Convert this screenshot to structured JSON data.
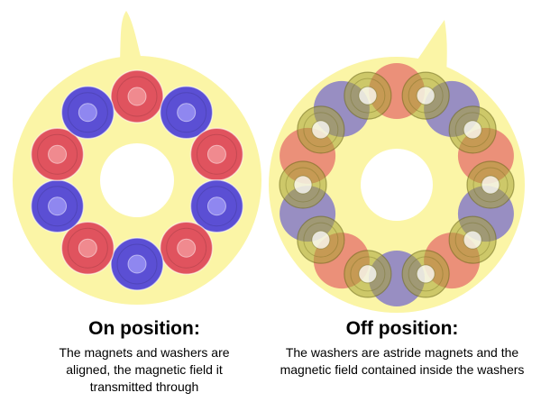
{
  "colors": {
    "disc": "#fbf5a6",
    "magnet_red": "#e0535e",
    "magnet_red_hole": "#f08a8f",
    "magnet_blue": "#5b4fd4",
    "magnet_blue_hole": "#8f87f0",
    "washer_olive": "#a8a336"
  },
  "on_panel": {
    "title": "On position:",
    "description": "The magnets and washers are aligned, the magnetic field it transmitted through",
    "magnet_sequence": [
      "red",
      "blue",
      "red",
      "blue",
      "red",
      "blue",
      "red",
      "blue",
      "red",
      "blue"
    ]
  },
  "off_panel": {
    "title": "Off position:",
    "description": "The washers are astride magnets and the magnetic field contained inside the washers",
    "magnet_sequence": [
      "red",
      "blue",
      "red",
      "blue",
      "red",
      "blue",
      "red",
      "blue",
      "red",
      "blue"
    ],
    "washer_count": 10
  }
}
